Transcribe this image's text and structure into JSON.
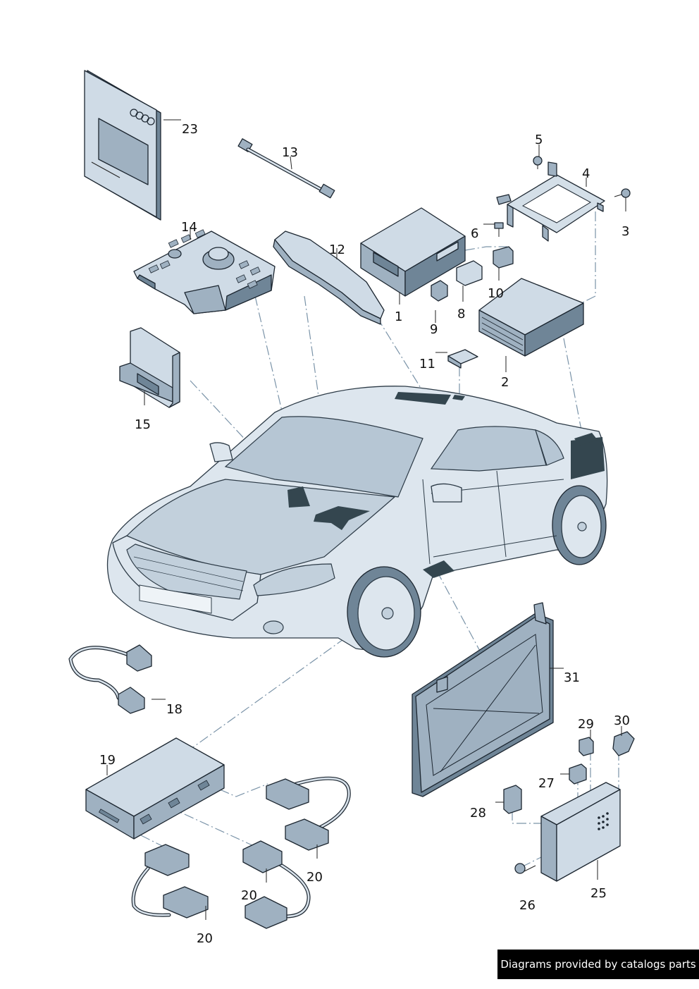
{
  "callouts": {
    "c1": "1",
    "c2": "2",
    "c3": "3",
    "c4": "4",
    "c5": "5",
    "c6": "6",
    "c8": "8",
    "c9": "9",
    "c10": "10",
    "c11": "11",
    "c12": "12",
    "c13": "13",
    "c14": "14",
    "c15": "15",
    "c18": "18",
    "c19": "19",
    "c20a": "20",
    "c20b": "20",
    "c20c": "20",
    "c23": "23",
    "c25": "25",
    "c26": "26",
    "c27": "27",
    "c28": "28",
    "c29": "29",
    "c30": "30",
    "c31": "31"
  },
  "footer": {
    "text": "Diagrams provided by catalogs parts"
  },
  "colors": {
    "part": "#cfdbe6",
    "outline": "#1c2630",
    "leader": "#7a93a8"
  }
}
